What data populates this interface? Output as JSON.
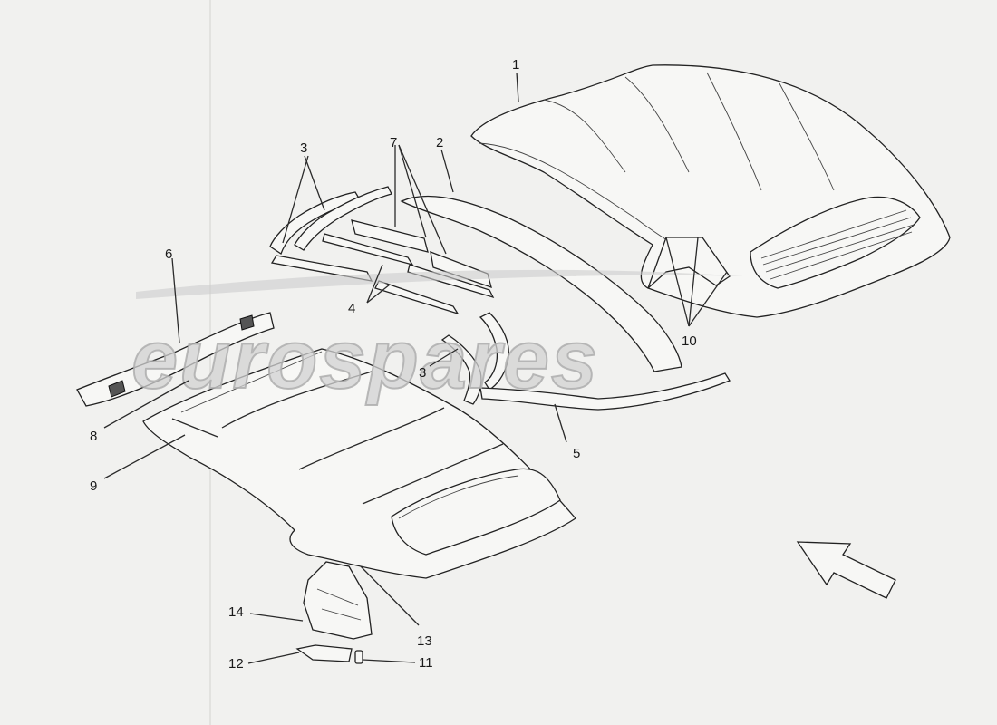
{
  "watermark": {
    "text": "eurospares"
  },
  "callouts": [
    {
      "id": "c1",
      "label": "1"
    },
    {
      "id": "c2",
      "label": "2"
    },
    {
      "id": "c3a",
      "label": "3"
    },
    {
      "id": "c3b",
      "label": "3"
    },
    {
      "id": "c4",
      "label": "4"
    },
    {
      "id": "c5",
      "label": "5"
    },
    {
      "id": "c6",
      "label": "6"
    },
    {
      "id": "c7",
      "label": "7"
    },
    {
      "id": "c8",
      "label": "8"
    },
    {
      "id": "c9",
      "label": "9"
    },
    {
      "id": "c10",
      "label": "10"
    },
    {
      "id": "c11",
      "label": "11"
    },
    {
      "id": "c12",
      "label": "12"
    },
    {
      "id": "c13",
      "label": "13"
    },
    {
      "id": "c14",
      "label": "14"
    }
  ]
}
